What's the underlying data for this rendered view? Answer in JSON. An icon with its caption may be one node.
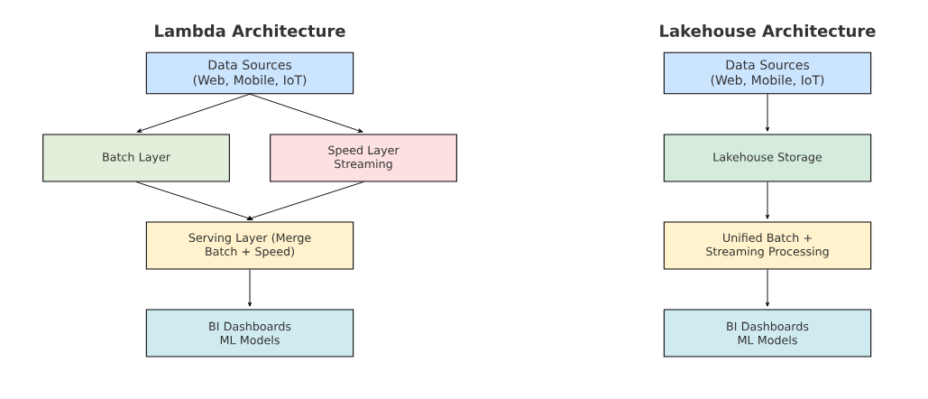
{
  "diagram": {
    "nodes": [
      {
        "text": [
          "Data Sources (Web, Mobile, IoT)"
        ]
      },
      {
        "text": [
          "Batch Layer"
        ]
      },
      {
        "text": [
          "Speed Layer Streaming"
        ]
      },
      {
        "text": [
          "Serving Layer (Merge Batch + Speed)"
        ]
      },
      {
        "text": [
          "BI Dashboards ML Models"
        ]
      },
      {
        "text": [
          "Data Sources (Web, Mobile, IoT)"
        ]
      },
      {
        "text": [
          "Lakehouse Storage"
        ]
      },
      {
        "text": [
          "Unified Batch + Streaming Processing"
        ]
      },
      {
        "text": [
          "BI Dashboards ML Models"
        ]
      }
    ],
    "edges": [
      {
        "from": 0,
        "to": 1,
        "arrow": "to"
      },
      {
        "from": 0,
        "to": 2,
        "arrow": "to"
      },
      {
        "from": 1,
        "to": 3,
        "arrow": "to"
      },
      {
        "from": 2,
        "to": 3,
        "arrow": "to"
      },
      {
        "from": 3,
        "to": 4,
        "arrow": "to"
      },
      {
        "from": 5,
        "to": 6,
        "arrow": "to"
      },
      {
        "from": 6,
        "to": 7,
        "arrow": "to"
      },
      {
        "from": 7,
        "to": 8,
        "arrow": "to"
      }
    ],
    "labels": [
      "Lambda Architecture",
      "Lakehouse Architecture"
    ]
  }
}
